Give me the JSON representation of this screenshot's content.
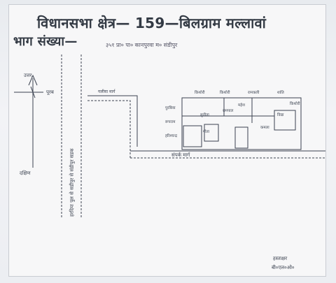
{
  "header": {
    "line1": "विधानसभा क्षेत्र— 159—बिलग्राम मल्लावां",
    "line2": "भाग संख्या—",
    "line2_detail": "३५१ प्रा० पा० कानपुरवा म० संडीपुर"
  },
  "compass": {
    "north": "उत्तर",
    "south": "दक्षिण",
    "east": "पूरब"
  },
  "roads": {
    "vertical": "हरदिया पुल से सडीपुर से संडीपुर सडक",
    "horizontal": "संपर्क मार्ग"
  },
  "houses": [
    "किशोरी",
    "किशोरी",
    "रामकली",
    "शांति",
    "पुरबिया",
    "रूपराम",
    "हरिश्चन्द्र",
    "सुनीता",
    "गीता",
    "रामपाल",
    "महेश",
    "किशोरी",
    "विद्या",
    "कमला"
  ],
  "footer": {
    "sign": "हस्ताक्षर",
    "role": "बी०एल०ओ०"
  }
}
